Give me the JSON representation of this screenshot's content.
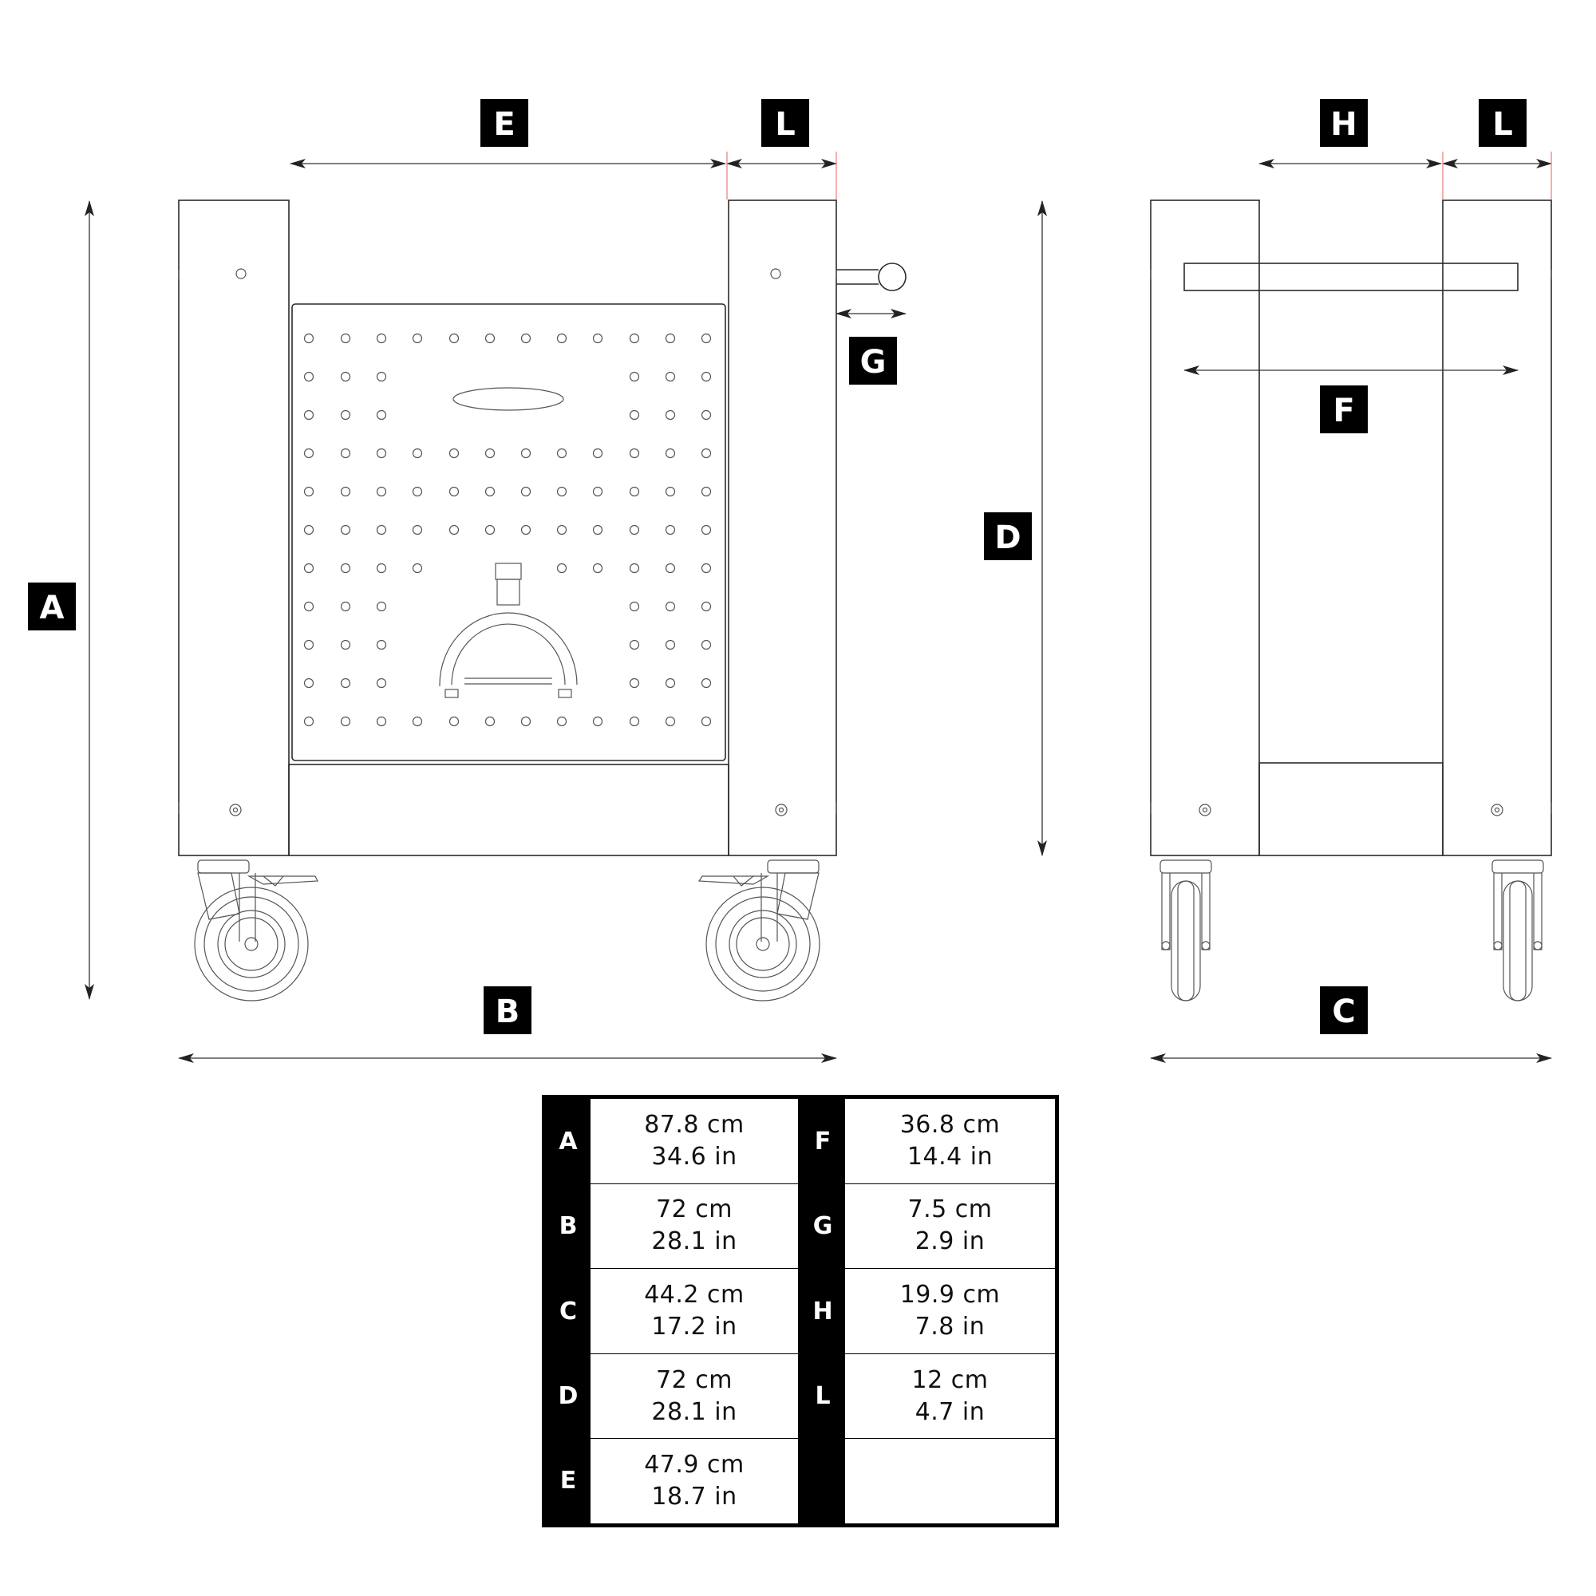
{
  "labels": {
    "A": "A",
    "B": "B",
    "C": "C",
    "D": "D",
    "E": "E",
    "F": "F",
    "G": "G",
    "H": "H",
    "L": "L"
  },
  "table": {
    "left": [
      {
        "letter": "A",
        "cm": "87.8 cm",
        "in": "34.6 in"
      },
      {
        "letter": "B",
        "cm": "72 cm",
        "in": "28.1 in"
      },
      {
        "letter": "C",
        "cm": "44.2 cm",
        "in": "17.2 in"
      },
      {
        "letter": "D",
        "cm": "72 cm",
        "in": "28.1 in"
      },
      {
        "letter": "E",
        "cm": "47.9 cm",
        "in": "18.7 in"
      }
    ],
    "right": [
      {
        "letter": "F",
        "cm": "36.8 cm",
        "in": "14.4 in"
      },
      {
        "letter": "G",
        "cm": "7.5 cm",
        "in": "2.9 in"
      },
      {
        "letter": "H",
        "cm": "19.9 cm",
        "in": "7.8 in"
      },
      {
        "letter": "L",
        "cm": "12 cm",
        "in": "4.7 in"
      },
      {
        "letter": "",
        "cm": "",
        "in": ""
      }
    ]
  },
  "colors": {
    "line": "#2b2b2b",
    "badge": "#000000",
    "accent_tick": "#e87a7a"
  }
}
